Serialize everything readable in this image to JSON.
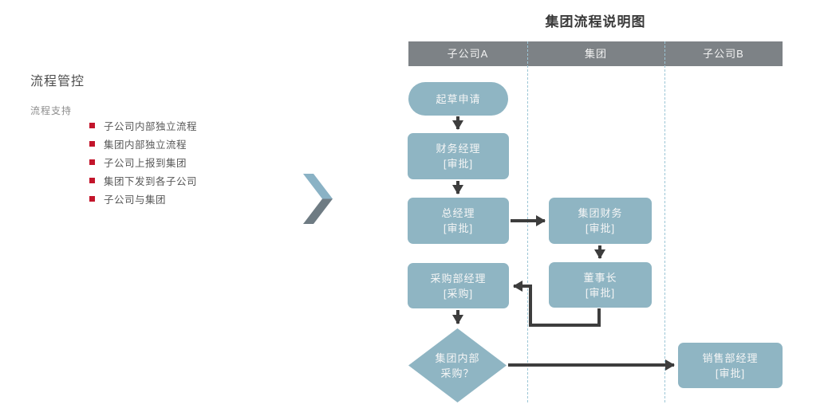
{
  "left_panel": {
    "title": "流程管控",
    "subtitle": "流程支持",
    "bullet_color": "#c3152b",
    "items": [
      "子公司内部独立流程",
      "集团内部独立流程",
      "子公司上报到集团",
      "集团下发到各子公司",
      "子公司与集团"
    ]
  },
  "transition_arrow": {
    "icon": "chevron-right",
    "top_color": "#8ab2c5",
    "bottom_color": "#6e7b83"
  },
  "diagram": {
    "title": "集团流程说明图",
    "lanes": [
      "子公司A",
      "集团",
      "子公司B"
    ],
    "nodes": {
      "start": {
        "label": "起草申请",
        "shape": "rounded"
      },
      "finance_manager": {
        "label": "财务经理",
        "sub": "[审批]",
        "shape": "rect"
      },
      "general_manager": {
        "label": "总经理",
        "sub": "[审批]",
        "shape": "rect"
      },
      "group_finance": {
        "label": "集团财务",
        "sub": "[审批]",
        "shape": "rect"
      },
      "purchasing_manager": {
        "label": "采购部经理",
        "sub": "[采购]",
        "shape": "rect"
      },
      "chairman": {
        "label": "董事长",
        "sub": "[审批]",
        "shape": "rect"
      },
      "decision": {
        "label": "集团内部",
        "sub": "采购？",
        "shape": "diamond"
      },
      "sales_manager": {
        "label": "销售部经理",
        "sub": "[审批]",
        "shape": "rect"
      }
    },
    "edges": [
      {
        "from": "start",
        "to": "finance_manager"
      },
      {
        "from": "finance_manager",
        "to": "general_manager"
      },
      {
        "from": "general_manager",
        "to": "group_finance"
      },
      {
        "from": "group_finance",
        "to": "chairman"
      },
      {
        "from": "chairman",
        "to": "purchasing_manager"
      },
      {
        "from": "purchasing_manager",
        "to": "decision"
      },
      {
        "from": "decision",
        "to": "sales_manager"
      }
    ],
    "colors": {
      "node_fill": "#8fb5c3",
      "node_text": "#f6f6f6",
      "lane_header_fill": "#7d8286",
      "lane_header_text": "#f2f2f2",
      "connector": "#3d3d3d",
      "lane_divider": "#9cc6d6",
      "title_text": "#3a3a3a"
    }
  }
}
